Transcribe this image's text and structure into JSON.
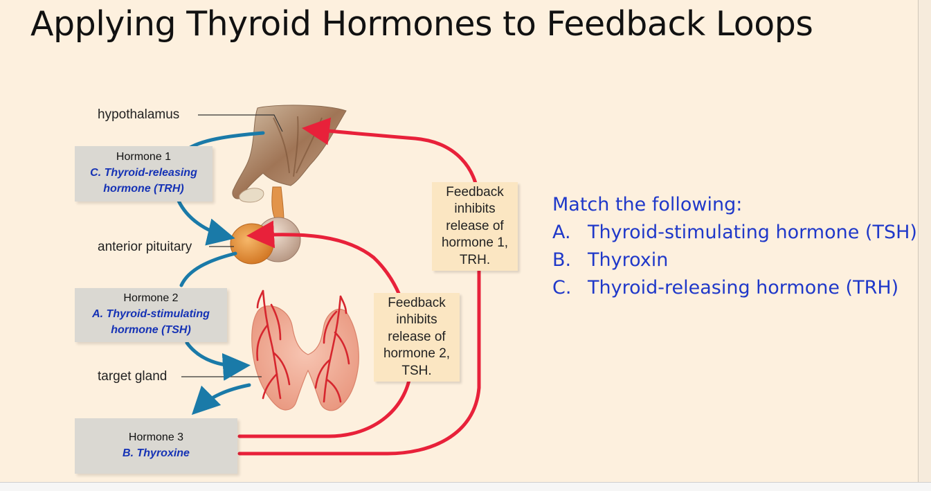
{
  "title": "Applying Thyroid Hormones to Feedback Loops",
  "diagram": {
    "labels": {
      "hypothalamus": "hypothalamus",
      "anterior_pituitary": "anterior pituitary",
      "target_gland": "target gland"
    },
    "hormone_boxes": [
      {
        "name": "Hormone 1",
        "answer_line1": "C. Thyroid-releasing",
        "answer_line2": "hormone (TRH)"
      },
      {
        "name": "Hormone 2",
        "answer_line1": "A. Thyroid-stimulating",
        "answer_line2": "hormone (TSH)"
      },
      {
        "name": "Hormone 3",
        "answer_line1": "B. Thyroxine",
        "answer_line2": ""
      }
    ],
    "feedback_boxes": [
      {
        "lines": [
          "Feedback",
          "inhibits",
          "release of",
          "hormone 1,",
          "TRH."
        ]
      },
      {
        "lines": [
          "Feedback",
          "inhibits",
          "release of",
          "hormone 2,",
          "TSH."
        ]
      }
    ],
    "colors": {
      "stimulate_arrow": "#1a7aa8",
      "feedback_arrow": "#e8213a",
      "answer_text": "#1532b5"
    }
  },
  "match": {
    "heading": "Match the following:",
    "options": [
      {
        "letter": "A.",
        "text": "Thyroid-stimulating hormone (TSH)"
      },
      {
        "letter": "B.",
        "text": "Thyroxin"
      },
      {
        "letter": "C.",
        "text": "Thyroid-releasing hormone (TRH)"
      }
    ]
  }
}
